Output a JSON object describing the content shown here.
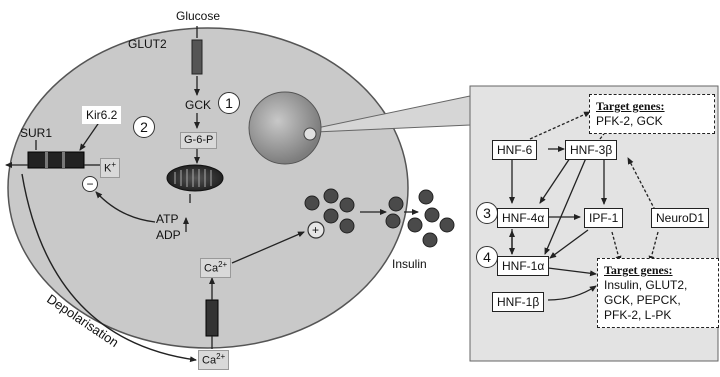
{
  "labels": {
    "glucose": "Glucose",
    "glut2": "GLUT2",
    "gck": "GCK",
    "g6p": "G-6-P",
    "sur1": "SUR1",
    "kir62": "Kir6.2",
    "k_ion": "K",
    "k_sup": "+",
    "atp": "ATP",
    "adp": "ADP",
    "ca_in": "Ca",
    "ca_in_sup": "2+",
    "ca_out": "Ca",
    "ca_out_sup": "2+",
    "depolarisation": "Depolarisation",
    "insulin": "Insulin",
    "plus": "+",
    "minus": "−"
  },
  "steps": {
    "one": "1",
    "two": "2",
    "three": "3",
    "four": "4"
  },
  "factors": {
    "hnf6": "HNF-6",
    "hnf3b": "HNF-3β",
    "hnf4a": "HNF-4α",
    "ipf1": "IPF-1",
    "neurod1": "NeuroD1",
    "hnf1a": "HNF-1α",
    "hnf1b": "HNF-1β"
  },
  "target_top": {
    "title": "Target genes:",
    "genes": "PFK-2, GCK"
  },
  "target_bottom": {
    "title": "Target genes:",
    "line1": "Insulin, GLUT2,",
    "line2": "GCK, PEPCK,",
    "line3": "PFK-2, L-PK"
  },
  "colors": {
    "cell": "#c9c9c9",
    "nucleus": "#9a9a9a",
    "panel": "#e3e3e3",
    "granule": "#4a4a4a"
  }
}
